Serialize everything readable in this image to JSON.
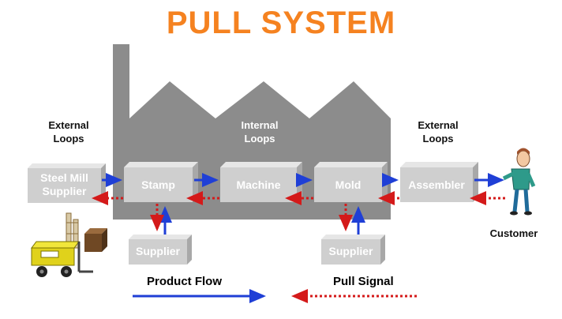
{
  "title": "PULL SYSTEM",
  "colors": {
    "title": "#f58220",
    "factory": "#8c8c8c",
    "box_fill": "#cfcfcf",
    "box_top": "#e6e6e6",
    "box_side": "#a8a8a8",
    "product_flow": "#1f3fd6",
    "pull_signal": "#d41a1a"
  },
  "labels": {
    "external_left": [
      "External",
      "Loops"
    ],
    "internal": [
      "Internal",
      "Loops"
    ],
    "external_right": [
      "External",
      "Loops"
    ],
    "customer": "Customer"
  },
  "boxes": {
    "steel_mill": [
      "Steel Mill",
      "Supplier"
    ],
    "stamp": "Stamp",
    "machine": "Machine",
    "mold": "Mold",
    "assembler": "Assembler",
    "supplier_left": "Supplier",
    "supplier_right": "Supplier"
  },
  "legend": {
    "product_flow": "Product Flow",
    "pull_signal": "Pull Signal"
  },
  "icons": [
    "factory-silhouette",
    "forklift-icon",
    "box-icon",
    "customer-figure-icon"
  ]
}
